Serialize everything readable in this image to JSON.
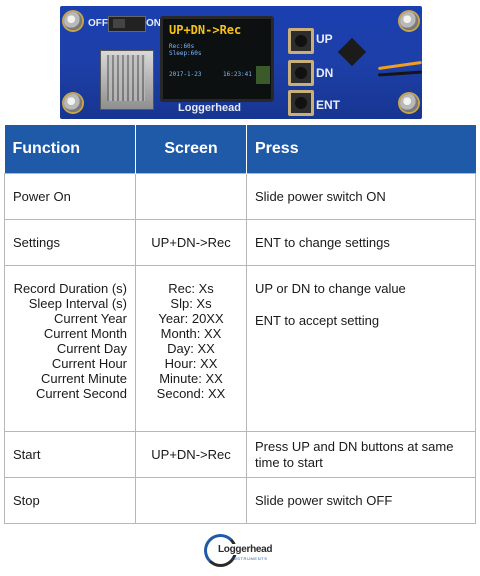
{
  "board": {
    "switch_off_label": "OFF",
    "switch_on_label": "ON",
    "screen_title": "UP+DN->Rec",
    "screen_line1": "Rec:60s",
    "screen_line2": "Sleep:60s",
    "screen_date": "2017-1-23",
    "screen_time": "16:23:41",
    "name": "Loggerhead",
    "button_up_label": "UP",
    "button_dn_label": "DN",
    "button_ent_label": "ENT"
  },
  "table": {
    "headers": [
      "Function",
      "Screen",
      "Press"
    ],
    "rows": [
      {
        "function": "Power On",
        "screen": "",
        "press": "Slide power switch ON"
      },
      {
        "function": "Settings",
        "screen": "UP+DN->Rec",
        "press": "ENT to change settings"
      },
      {
        "function_lines": [
          "Record Duration (s)",
          "Sleep Interval (s)",
          "Current Year",
          "Current Month",
          "Current Day",
          "Current Hour",
          "Current Minute",
          "Current Second"
        ],
        "screen_lines": [
          "Rec: Xs",
          "Slp: Xs",
          "Year: 20XX",
          "Month: XX",
          "Day: XX",
          "Hour: XX",
          "Minute: XX",
          "Second: XX"
        ],
        "press_lines": [
          "UP or DN to change value",
          "ENT to accept setting"
        ]
      },
      {
        "function": "Start",
        "screen": "UP+DN->Rec",
        "press": "Press UP and DN buttons at same time to start"
      },
      {
        "function": "Stop",
        "screen": "",
        "press": "Slide power switch OFF"
      }
    ]
  },
  "logo": {
    "name": "Loggerhead",
    "sub": "INSTRUMENTS"
  },
  "colors": {
    "header_bg": "#1f5aa8",
    "header_text": "#ffffff",
    "border": "#b7b7b7",
    "pcb": "#1d3fa8"
  }
}
